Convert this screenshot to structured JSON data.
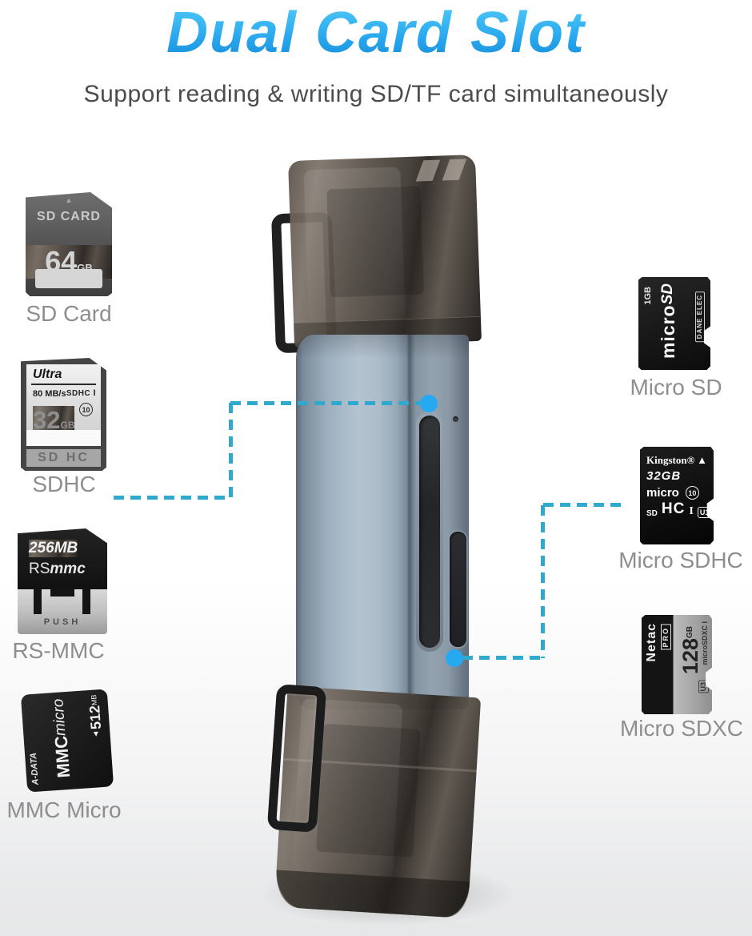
{
  "header": {
    "title": "Dual Card Slot",
    "subtitle": "Support reading & writing SD/TF card simultaneously"
  },
  "colors": {
    "title_top": "#54ccf7",
    "title_bottom": "#1489d9",
    "callout_teal": "#2fa9cd",
    "dot_blue": "#27a9f2",
    "label_gray": "#8e8e8e"
  },
  "cards": {
    "sd": {
      "label": "SD Card",
      "arrow": "▲",
      "brand": "SD CARD",
      "capacity": "64",
      "unit": "GB"
    },
    "sdhc": {
      "label": "SDHC",
      "brand": "Ultra",
      "speed": "80 MB/s",
      "logo": "SDHC",
      "uhs": "I",
      "class_badge": "10",
      "capacity": "32",
      "unit": "GB",
      "footer": "SD HC"
    },
    "rsmmc": {
      "label": "RS-MMC",
      "capacity": "256MB",
      "brand_rs": "RS",
      "brand_mmc": "mmc",
      "push": "PUSH"
    },
    "mmcmicro": {
      "label": "MMC Micro",
      "maker": "A-DATA",
      "brand_mmc": "MMC",
      "brand_micro": "micro",
      "arrow": "▲",
      "capacity": "512",
      "unit": "MB"
    },
    "microsd": {
      "label": "Micro SD",
      "capacity": "1GB",
      "logo_micro": "micro",
      "logo_sd": "SD",
      "maker": "DANE ELEC"
    },
    "microsdhc": {
      "label": "Micro SDHC",
      "brand": "Kingston®",
      "arrow": "▲",
      "capacity": "32GB",
      "logo_micro": "micro",
      "logo_sd": "SD",
      "logo_hc": "HC",
      "class_badge": "10",
      "uhs": "I",
      "u_rating": "U1"
    },
    "microsdxc": {
      "label": "Micro SDXC",
      "brand": "Netac",
      "tier": "PRO",
      "capacity": "128",
      "unit": "GB",
      "logo": "microSDXC",
      "uhs": "I",
      "u_rating": "U3"
    }
  }
}
